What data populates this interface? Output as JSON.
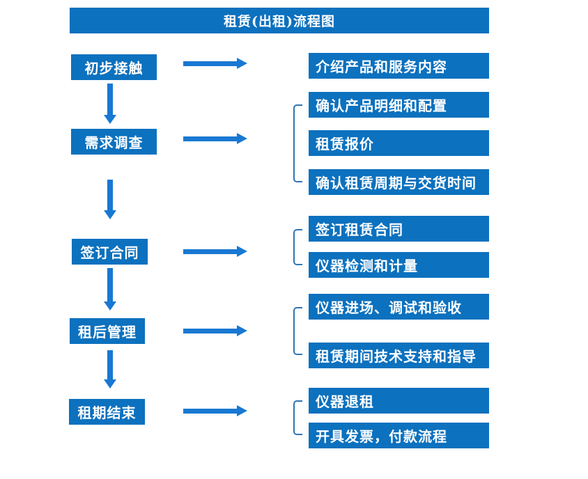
{
  "title": "租赁(出租)流程图",
  "colors": {
    "box_fill": "#0c71be",
    "arrow": "#1878d2",
    "bracket": "#2e75b6",
    "box_text": "#ffffff",
    "background": "#ffffff"
  },
  "stages": [
    {
      "label": "初步接触",
      "outputs": [
        "介绍产品和服务内容"
      ]
    },
    {
      "label": "需求调查",
      "outputs": [
        "确认产品明细和配置",
        "租赁报价",
        "确认租赁周期与交货时间"
      ]
    },
    {
      "label": "签订合同",
      "outputs": [
        "签订租赁合同",
        "仪器检测和计量"
      ]
    },
    {
      "label": "租后管理",
      "outputs": [
        "仪器进场、调试和验收",
        "租赁期间技术支持和指导"
      ]
    },
    {
      "label": "租期结束",
      "outputs": [
        "仪器退租",
        "开具发票，付款流程"
      ]
    }
  ]
}
